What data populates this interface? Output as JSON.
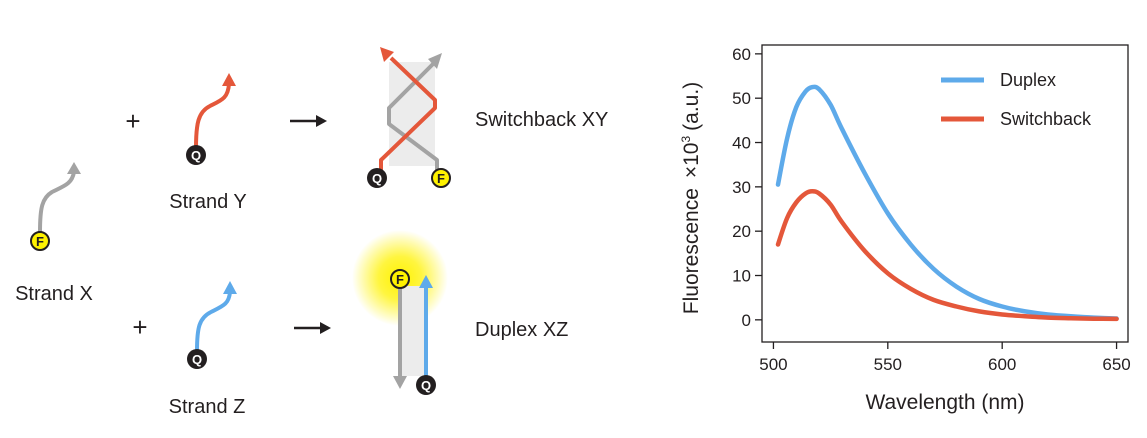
{
  "colors": {
    "grey": "#a3a3a3",
    "orange": "#e4573a",
    "blue": "#5eaaea",
    "dark": "#231f20",
    "yellow": "#fff200",
    "shade": "#ececec"
  },
  "scheme": {
    "plus_sign": "+",
    "arrow_sign": "→",
    "strand_x_label": "Strand X",
    "strand_y_label": "Strand Y",
    "strand_z_label": "Strand Z",
    "switchback_label": "Switchback XY",
    "duplex_label": "Duplex XZ",
    "fluorophore_letter": "F",
    "quencher_letter": "Q"
  },
  "chart_data": {
    "type": "line",
    "xlabel": "Wavelength (nm)",
    "ylabel_main": "Fluorescence",
    "ylabel_factor": "×10",
    "ylabel_exp": "3",
    "ylabel_unit": "(a.u.)",
    "xlim": [
      495,
      655
    ],
    "ylim": [
      -5,
      62
    ],
    "x_ticks": [
      500,
      550,
      600,
      650
    ],
    "y_ticks": [
      0,
      10,
      20,
      30,
      40,
      50,
      60
    ],
    "legend_position": "top-right",
    "grid": false,
    "series": [
      {
        "name": "Duplex",
        "color": "#5eaaea",
        "x": [
          502,
          506,
          510,
          514,
          517,
          520,
          525,
          530,
          540,
          550,
          560,
          570,
          580,
          590,
          600,
          610,
          620,
          630,
          640,
          650
        ],
        "y": [
          30.5,
          41,
          48,
          51.5,
          52.5,
          52,
          48.5,
          43,
          33,
          24,
          17,
          11.5,
          7.5,
          4.7,
          3,
          1.9,
          1.2,
          0.8,
          0.5,
          0.3
        ]
      },
      {
        "name": "Switchback",
        "color": "#e4573a",
        "x": [
          502,
          506,
          510,
          514,
          517,
          520,
          525,
          530,
          540,
          550,
          560,
          570,
          580,
          590,
          600,
          610,
          620,
          630,
          640,
          650
        ],
        "y": [
          17,
          23,
          26.5,
          28.5,
          29,
          28.5,
          26,
          22,
          15.5,
          10.5,
          7,
          4.5,
          3,
          1.9,
          1.2,
          0.8,
          0.5,
          0.35,
          0.25,
          0.2
        ]
      }
    ]
  }
}
